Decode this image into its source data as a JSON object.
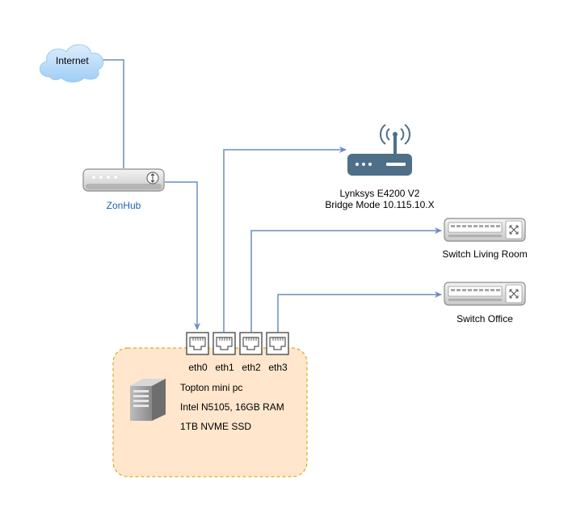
{
  "nodes": {
    "internet": {
      "label": "Internet",
      "icon": "cloud-icon"
    },
    "zonhub": {
      "label": "ZonHub",
      "icon": "modem-icon"
    },
    "router": {
      "label_line1": "Lynksys E4200 V2",
      "label_line2": "Bridge Mode 10.115.10.X",
      "icon": "wireless-router-icon"
    },
    "switch_living": {
      "label": "Switch Living Room",
      "icon": "network-switch-icon"
    },
    "switch_office": {
      "label": "Switch Office",
      "icon": "network-switch-icon"
    },
    "mini_pc": {
      "icon": "server-tower-icon",
      "line1": "Topton mini pc",
      "line2": "Intel N5105, 16GB RAM",
      "line3": "1TB NVME SSD"
    }
  },
  "ports": [
    {
      "label": "eth0"
    },
    {
      "label": "eth1"
    },
    {
      "label": "eth2"
    },
    {
      "label": "eth3"
    }
  ],
  "colors": {
    "edge": "#6c8ebf",
    "container_fill": "#ffe6cc",
    "container_stroke": "#d79b00",
    "label_blue": "#1f64b3"
  }
}
